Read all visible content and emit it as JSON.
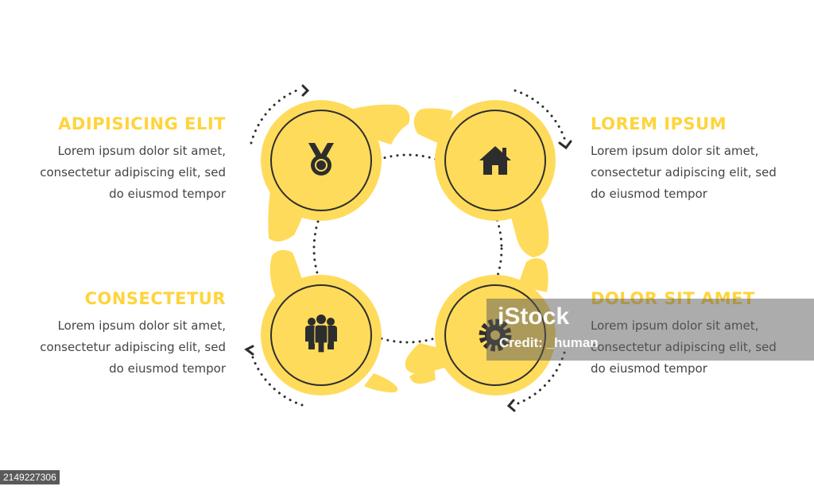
{
  "steps": [
    {
      "title": "ADIPISICING ELIT",
      "lines": [
        "Lorem ipsum dolor sit amet,",
        "consectetur adipiscing elit, sed",
        "do eiusmod tempor"
      ],
      "icon": "medal-icon"
    },
    {
      "title": "LOREM IPSUM",
      "lines": [
        "Lorem ipsum dolor sit amet,",
        "consectetur adipiscing elit, sed",
        "do eiusmod tempor"
      ],
      "icon": "home-icon"
    },
    {
      "title": "CONSECTETUR",
      "lines": [
        "Lorem ipsum dolor sit amet,",
        "consectetur adipiscing elit, sed",
        "do eiusmod tempor"
      ],
      "icon": "team-icon"
    },
    {
      "title": "DOLOR SIT AMET",
      "lines": [
        "Lorem ipsum dolor sit amet,",
        "consectetur adipiscing elit, sed",
        "do eiusmod tempor"
      ],
      "icon": "gear-icon"
    }
  ],
  "watermark": {
    "logo": "iStock",
    "credit": "Credit: _human"
  },
  "stock_id": "2149227306",
  "colors": {
    "accent": "#ffd43b",
    "blob": "#ffdb5c",
    "ink": "#2d2d2d",
    "text": "#444444"
  }
}
